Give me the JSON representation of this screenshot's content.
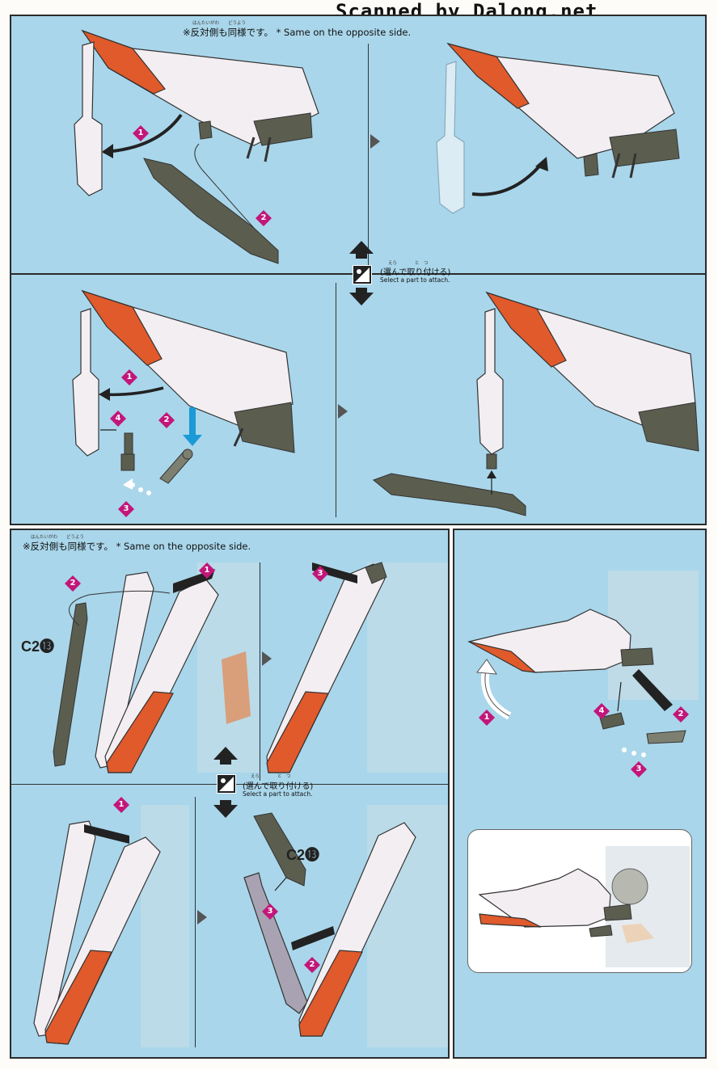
{
  "watermark": "Scanned by Dalong.net",
  "colors": {
    "panel_bg": "#a9d6ea",
    "accent_orange": "#e05a2b",
    "step_badge": "#c2167a",
    "part_gray": "#5b5e4f",
    "armor_white": "#f3eef2"
  },
  "top_section": {
    "note": {
      "ruby": "はんたいがわ　　どうよう",
      "jp": "※反対側も同様です。",
      "en": "* Same on the opposite side."
    },
    "steps": [
      "1",
      "2"
    ]
  },
  "choose_top": {
    "ruby": "えら　　　　と　つ",
    "jp": "(選んで取り付ける)",
    "en": "Select a part to attach."
  },
  "middle_section": {
    "steps": [
      "1",
      "2",
      "3",
      "4"
    ]
  },
  "lower_left": {
    "note": {
      "ruby": "はんたいがわ　　どうよう",
      "jp": "※反対側も同様です。",
      "en": "* Same on the opposite side."
    },
    "part_code_a": "C2⓭",
    "part_code_b": "C2⓭",
    "steps_top": [
      "1",
      "2",
      "3"
    ],
    "steps_bottom": [
      "1",
      "2",
      "3"
    ]
  },
  "choose_bottom": {
    "ruby": "えら　　　　と　つ",
    "jp": "(選んで取り付ける)",
    "en": "Select a part to attach."
  },
  "lower_right": {
    "steps": [
      "1",
      "2",
      "3",
      "4"
    ]
  }
}
